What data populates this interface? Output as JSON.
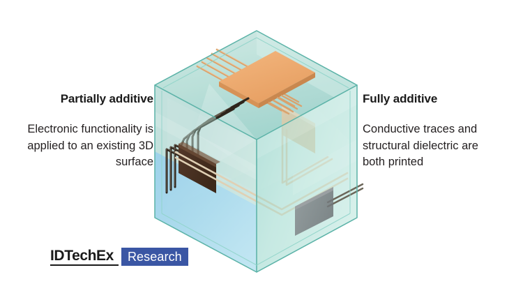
{
  "figure": {
    "title": "Partially additive vs fully additive 3D electronics",
    "background_color": "#ffffff"
  },
  "left_column": {
    "heading": "Partially additive",
    "body": "Electronic functionality is applied to an existing 3D surface"
  },
  "right_column": {
    "heading": "Fully additive",
    "body": "Conductive traces and structural dielectric are both printed"
  },
  "logo": {
    "wordmark": "IDTechEx",
    "badge": "Research",
    "badge_color": "#3a56a4",
    "wordmark_color": "#1a1a1a"
  },
  "diagram": {
    "type": "isometric-cube",
    "faces": [
      {
        "name": "top-face",
        "color": "#bfe0dc"
      },
      {
        "name": "left-face",
        "color": "#9ecfc9"
      },
      {
        "name": "front-left-lower-face",
        "color": "#a7d8ef"
      },
      {
        "name": "right-face",
        "color": "#b8e6dd"
      }
    ],
    "components": [
      {
        "name": "chip",
        "color": "#eea86b",
        "face": "top",
        "label": "integrated circuit"
      },
      {
        "name": "dark-component-left",
        "color": "#4b3324",
        "face": "left",
        "label": "surface mounted component"
      },
      {
        "name": "tan-component-right",
        "color": "#e3c59f",
        "face": "right",
        "label": "printed embedded component"
      },
      {
        "name": "grey-component-lower",
        "color": "#7d8285",
        "face": "front-lower",
        "label": "printed embedded component"
      }
    ],
    "traces": [
      {
        "name": "dark-traces",
        "color": "#332a22",
        "style": "partially additive surface traces"
      },
      {
        "name": "orange-traces",
        "color": "#d9a26d",
        "style": "top surface traces"
      },
      {
        "name": "light-traces",
        "color": "#e6d9c2",
        "style": "fully additive embedded traces"
      }
    ]
  }
}
